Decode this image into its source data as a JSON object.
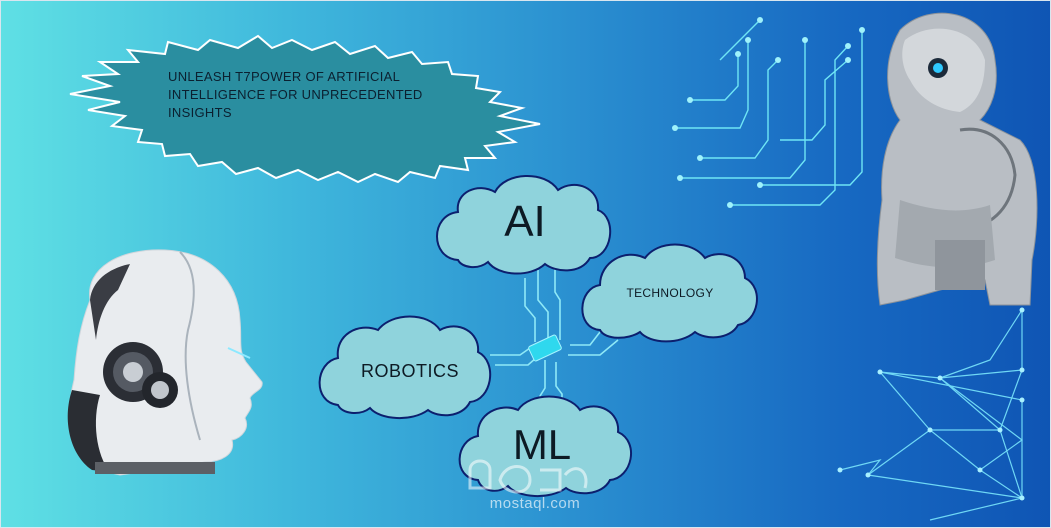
{
  "banner": {
    "text": "UNLEASH T7POWER OF ARTIFICIAL INTELLIGENCE FOR UNPRECEDENTED INSIGHTS"
  },
  "clouds": {
    "ai": "AI",
    "ml": "ML",
    "robotics": "ROBOTICS",
    "technology": "TECHNOLOGY"
  },
  "watermark": {
    "site": "mostaql.com"
  },
  "colors": {
    "gradient_start": "#5fe0e4",
    "gradient_end": "#0f55b4",
    "cloud_fill": "#8fd3dc",
    "cloud_stroke": "#0c1f6e",
    "banner_fill": "#2a8ea0",
    "circuit_line": "#6fe6f5"
  },
  "icons": [
    "robot-head-icon",
    "humanoid-robot-icon",
    "circuit-chip-icon",
    "network-mesh-icon"
  ]
}
